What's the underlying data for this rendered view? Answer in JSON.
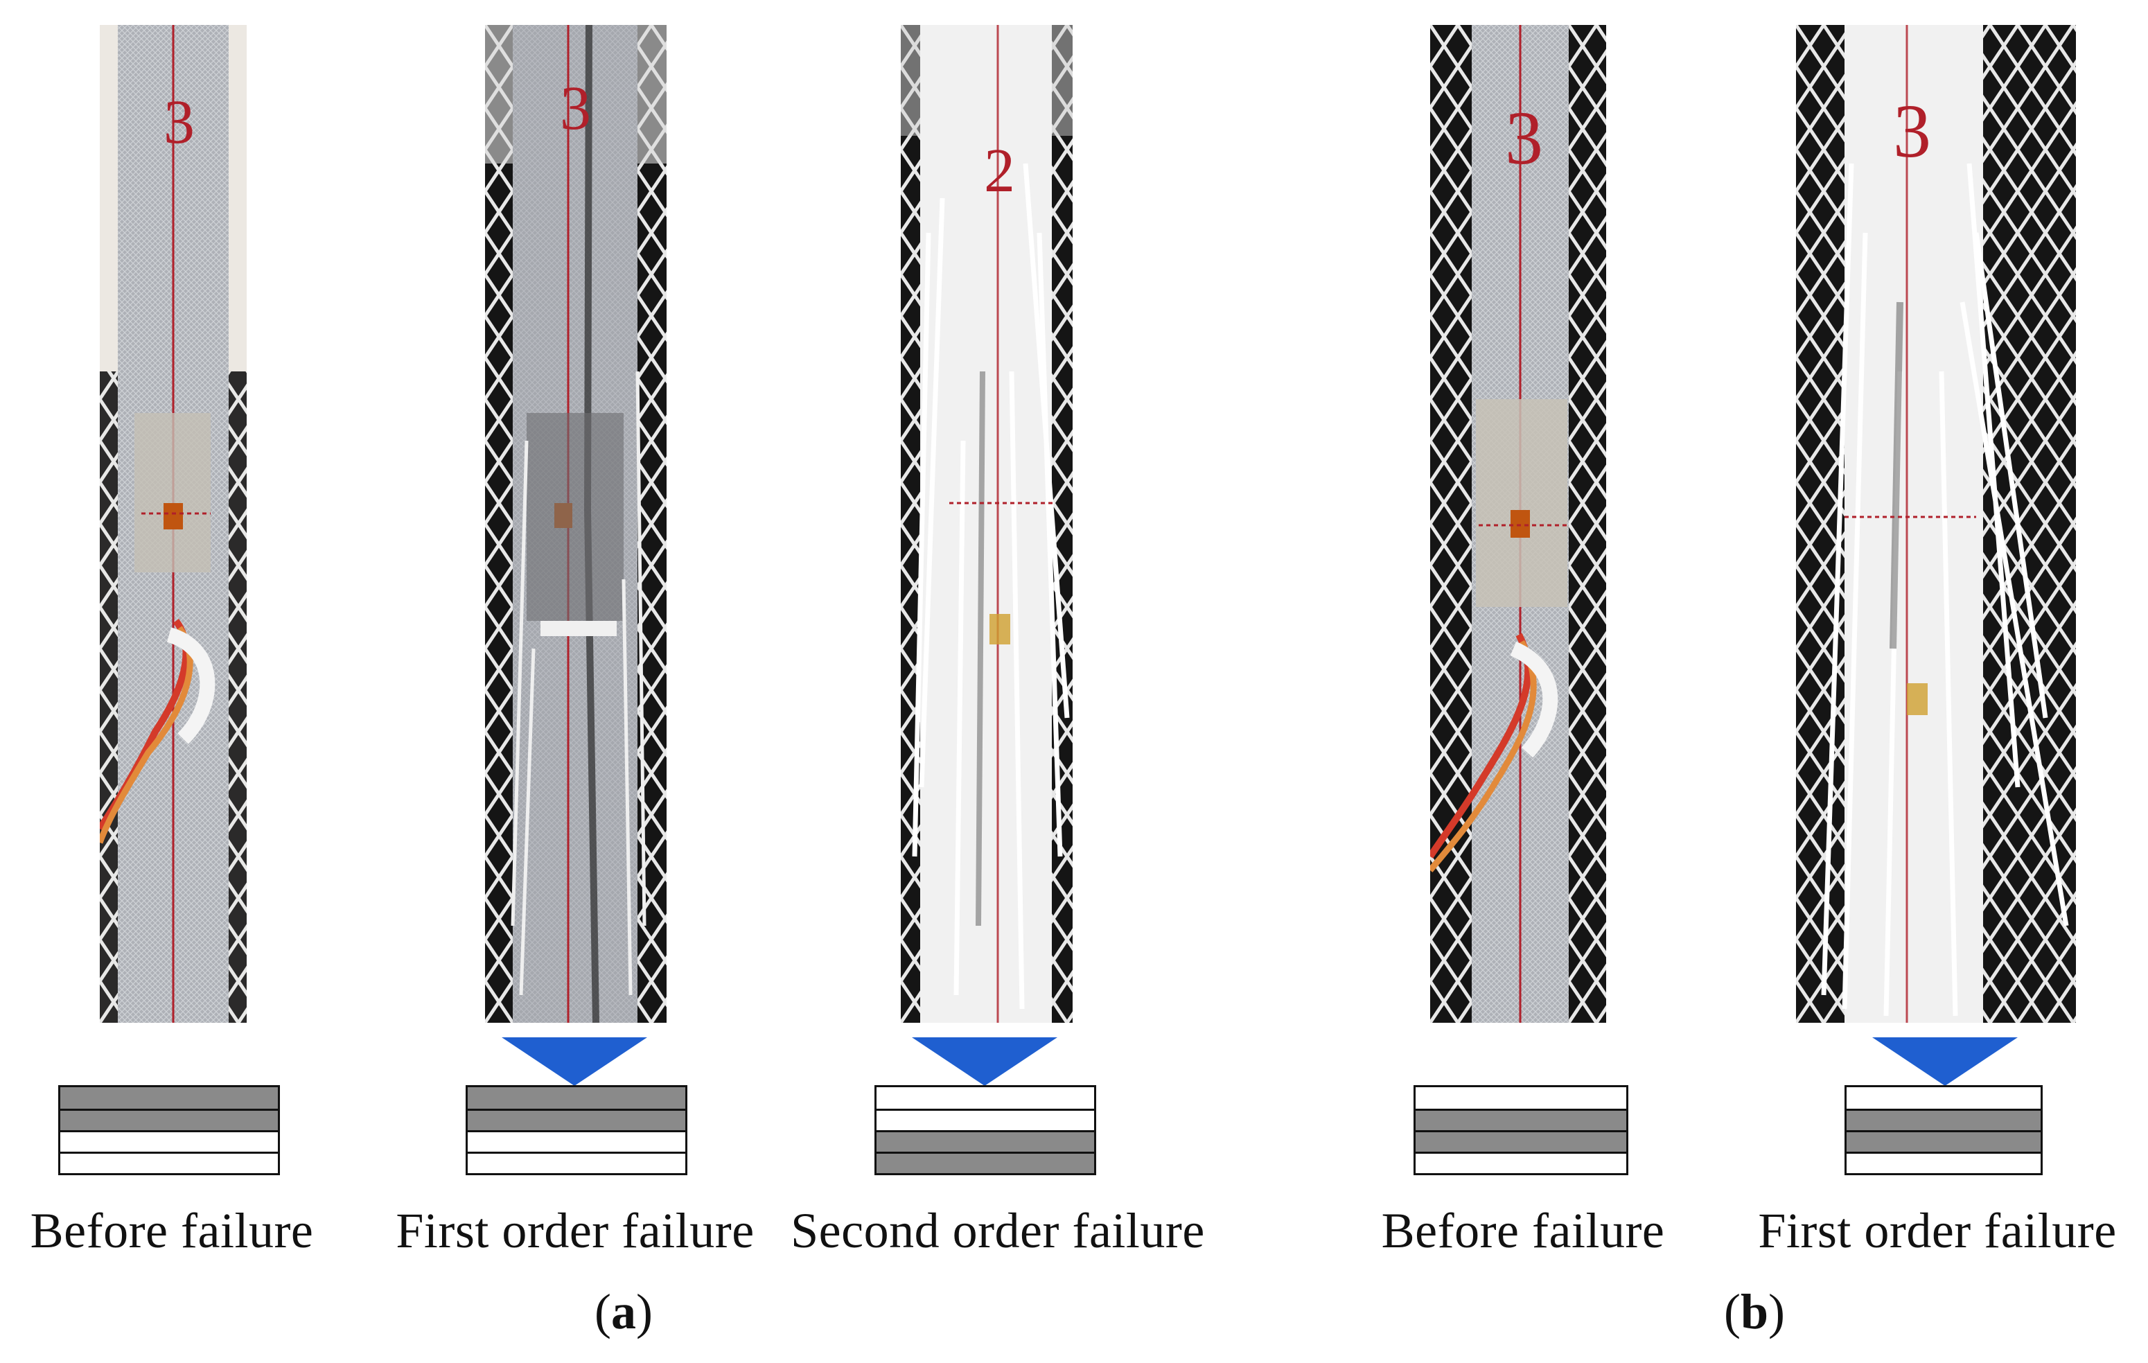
{
  "figure": {
    "photos": [
      {
        "id": "a1",
        "marker": "3",
        "state": "before",
        "strip_color": "#b9bcc2",
        "bg": "#eaeaea"
      },
      {
        "id": "a2",
        "marker": "3",
        "state": "first",
        "strip_color": "#9da0a8",
        "bg": "#1c1c1c"
      },
      {
        "id": "a3",
        "marker": "2",
        "state": "second",
        "strip_color": "#f2f2f2",
        "bg": "#1c1c1c"
      },
      {
        "id": "b1",
        "marker": "3",
        "state": "before",
        "strip_color": "#c6c8cc",
        "bg": "#1c1c1c"
      },
      {
        "id": "b2",
        "marker": "3",
        "state": "first",
        "strip_color": "#f2f2f2",
        "bg": "#1c1c1c"
      }
    ],
    "captions": [
      {
        "id": "a1",
        "text": "Before failure"
      },
      {
        "id": "a2",
        "text": "First order failure"
      },
      {
        "id": "a3",
        "text": "Second order failure"
      },
      {
        "id": "b1",
        "text": "Before failure"
      },
      {
        "id": "b2",
        "text": "First order failure"
      }
    ],
    "layer_diagrams": [
      {
        "id": "a1",
        "layers": [
          "dark",
          "dark",
          "white",
          "white"
        ]
      },
      {
        "id": "a2",
        "layers": [
          "dark",
          "dark",
          "white",
          "white"
        ]
      },
      {
        "id": "a3",
        "layers": [
          "white",
          "white",
          "dark",
          "dark"
        ]
      },
      {
        "id": "b1",
        "layers": [
          "white",
          "dark",
          "dark",
          "white"
        ]
      },
      {
        "id": "b2",
        "layers": [
          "white",
          "dark",
          "dark",
          "white"
        ]
      }
    ],
    "panels": {
      "a": "a",
      "b": "b"
    },
    "colors": {
      "arrow": "#1f5fd0",
      "marker_red": "#b0202a",
      "layer_dark": "#8a8a8a"
    }
  }
}
